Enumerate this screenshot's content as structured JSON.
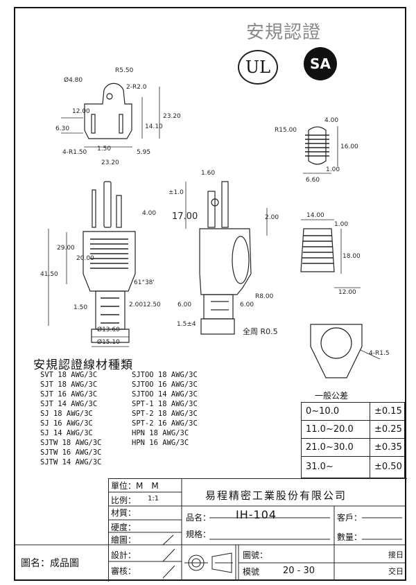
{
  "certification": {
    "title": "安規認證",
    "ul_logo": "UL",
    "csa_logo": "SA"
  },
  "dimensions": {
    "top_view": [
      "Ø4.80",
      "R5.50",
      "2-R2.0",
      "12.00",
      "6.30",
      "14.10",
      "23.20",
      "4-R1.50",
      "1.50",
      "5.95",
      "23.20"
    ],
    "front_view": [
      "41.50",
      "20.00",
      "29.00",
      "4.00",
      "1.50",
      "2.00",
      "12.50",
      "61°38'",
      "Ø13.60",
      "Ø15.10"
    ],
    "side_view": [
      "1.60",
      "±1.0",
      "17.00",
      "2.00",
      "R8.00",
      "6.00",
      "6.00",
      "1.5±4",
      "全周 R0.5"
    ],
    "pin_detail": [
      "4.00",
      "R15.00",
      "16.00",
      "1.00",
      "6.60"
    ],
    "taper_view": [
      "14.00",
      "1.00",
      "18.00",
      "12.00"
    ],
    "bottom_view": [
      "4-R1.5"
    ]
  },
  "cable_types": {
    "title": "安規認證線材種類",
    "col1": [
      "SVT 18 AWG/3C",
      "SJT 18 AWG/3C",
      "SJT 16 AWG/3C",
      "SJT 14 AWG/3C",
      "SJ 18 AWG/3C",
      "SJ 16 AWG/3C",
      "SJ 14 AWG/3C",
      "SJTW 18 AWG/3C",
      "SJTW 16 AWG/3C",
      "SJTW 14 AWG/3C"
    ],
    "col2": [
      "SJTOO 18 AWG/3C",
      "SJTOO 16 AWG/3C",
      "SJTOO 14 AWG/3C",
      "SPT-1 18 AWG/3C",
      "SPT-2 18 AWG/3C",
      "SPT-2 16 AWG/3C",
      "HPN 18 AWG/3C",
      "HPN 16 AWG/3C"
    ]
  },
  "tolerance": {
    "title": "一般公差",
    "rows": [
      {
        "range": "0~10.0",
        "tol": "±0.15"
      },
      {
        "range": "11.0~20.0",
        "tol": "±0.25"
      },
      {
        "range": "21.0~30.0",
        "tol": "±0.35"
      },
      {
        "range": "31.0~",
        "tol": "±0.50"
      }
    ]
  },
  "title_block": {
    "unit_label": "單位：M　M",
    "scale_label": "比例：",
    "scale_value": "1:1",
    "material_label": "材質：",
    "hardness_label": "硬度：",
    "drawn_label": "繪圖：",
    "design_label": "設計：",
    "review_label": "審核：",
    "company": "易程精密工業股份有限公司",
    "product_name_label": "品名：",
    "product_name": "IH-104",
    "spec_label": "規格：",
    "customer_label": "客戶：",
    "quantity_label": "數量：",
    "drawing_no_label": "圖號：",
    "model_no_label": "模號",
    "model_no": "20 - 30",
    "order_date_label": "接日",
    "delivery_date_label": "交日",
    "drawing_name": "圖名：成品圖"
  }
}
